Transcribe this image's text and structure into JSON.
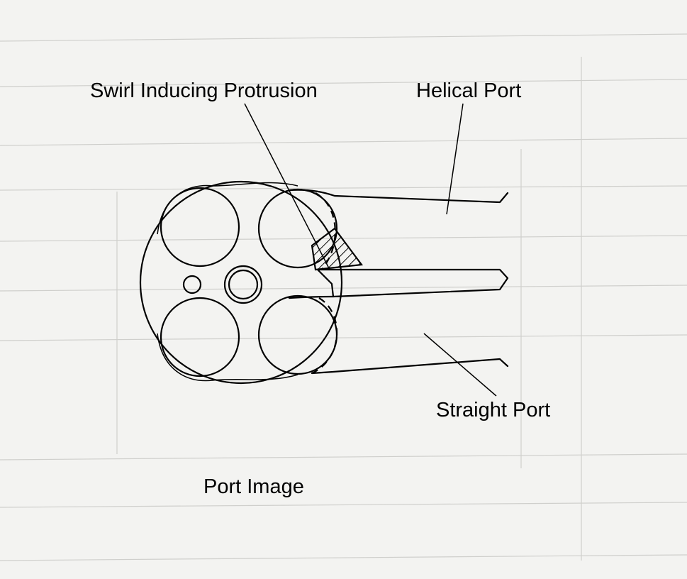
{
  "labels": {
    "swirl_inducing_protrusion": "Swirl Inducing Protrusion",
    "helical_port": "Helical Port",
    "straight_port": "Straight Port"
  },
  "caption": "Port Image",
  "colors": {
    "ink": "#000000",
    "paper": "#f3f3f1",
    "bleed_through": "#c9c9c6"
  }
}
